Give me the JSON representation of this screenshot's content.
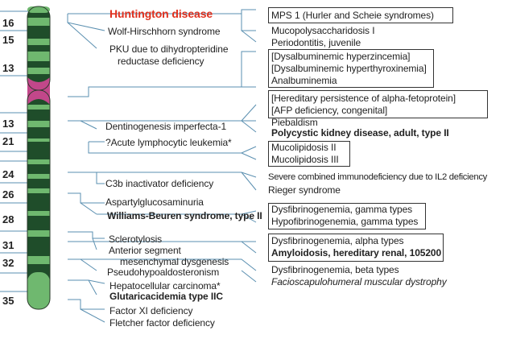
{
  "band_labels": [
    "16",
    "15",
    "13",
    "13",
    "21",
    "24",
    "26",
    "28",
    "31",
    "32",
    "35"
  ],
  "left_labels": [
    {
      "text": "Huntington disease",
      "style": "red"
    },
    {
      "text": "Wolf-Hirschhorn syndrome",
      "style": "normal"
    },
    {
      "text": "PKU due to dihydropteridine",
      "style": "normal"
    },
    {
      "text": "reductase deficiency",
      "style": "normal"
    },
    {
      "text": "Dentinogenesis imperfecta-1",
      "style": "normal"
    },
    {
      "text": "?Acute lymphocytic leukemia*",
      "style": "normal"
    },
    {
      "text": "C3b inactivator deficiency",
      "style": "normal"
    },
    {
      "text": "Aspartylglucosaminuria",
      "style": "normal"
    },
    {
      "text": "Williams-Beuren syndrome, type II",
      "style": "bold"
    },
    {
      "text": "Sclerotylosis",
      "style": "normal"
    },
    {
      "text": "Anterior segment",
      "style": "normal"
    },
    {
      "text": "mesenchymal dysgenesis",
      "style": "normal"
    },
    {
      "text": "Pseudohypoaldosteronism",
      "style": "normal"
    },
    {
      "text": "Hepatocellular carcinoma*",
      "style": "normal"
    },
    {
      "text": "Glutaricacidemia type IIC",
      "style": "bold"
    },
    {
      "text": "Factor XI deficiency",
      "style": "normal"
    },
    {
      "text": "Fletcher factor deficiency",
      "style": "normal"
    }
  ],
  "right_labels": [
    {
      "text": "MPS 1 (Hurler and Scheie syndromes)",
      "style": "normal"
    },
    {
      "text": "Mucopolysaccharidosis I",
      "style": "normal"
    },
    {
      "text": "Periodontitis, juvenile",
      "style": "normal"
    },
    {
      "text": "[Dysalbuminemic hyperzincemia]",
      "style": "normal"
    },
    {
      "text": "[Dysalbuminemic hyperthyroxinemia]",
      "style": "normal"
    },
    {
      "text": "Analbuminemia",
      "style": "normal"
    },
    {
      "text": "[Hereditary persistence of alpha-fetoprotein]",
      "style": "normal"
    },
    {
      "text": "[AFP deficiency, congenital]",
      "style": "normal"
    },
    {
      "text": "Piebaldism",
      "style": "normal"
    },
    {
      "text": "Polycystic kidney disease, adult, type II",
      "style": "bold"
    },
    {
      "text": "Mucolipidosis II",
      "style": "normal"
    },
    {
      "text": "Mucolipidosis III",
      "style": "normal"
    },
    {
      "text": "Severe combined immunodeficiency due to IL2 deficiency",
      "style": "normal"
    },
    {
      "text": "Rieger syndrome",
      "style": "normal"
    },
    {
      "text": "Dysfibrinogenemia, gamma types",
      "style": "normal"
    },
    {
      "text": "Hypofibrinogenemia, gamma types",
      "style": "normal"
    },
    {
      "text": "Dysfibrinogenemia, alpha types",
      "style": "normal"
    },
    {
      "text": "Amyloidosis, hereditary renal, 105200",
      "style": "bold"
    },
    {
      "text": "Dysfibrinogenemia, beta types",
      "style": "normal"
    },
    {
      "text": "Facioscapulohumeral muscular dystrophy",
      "style": "italic"
    }
  ],
  "colors": {
    "chromosome_light": "#6fb86f",
    "chromosome_dark": "#1f4d2a",
    "centromere": "#c2478a",
    "connector": "#5a8fb0",
    "highlight": "#e0301e",
    "text": "#222222"
  }
}
